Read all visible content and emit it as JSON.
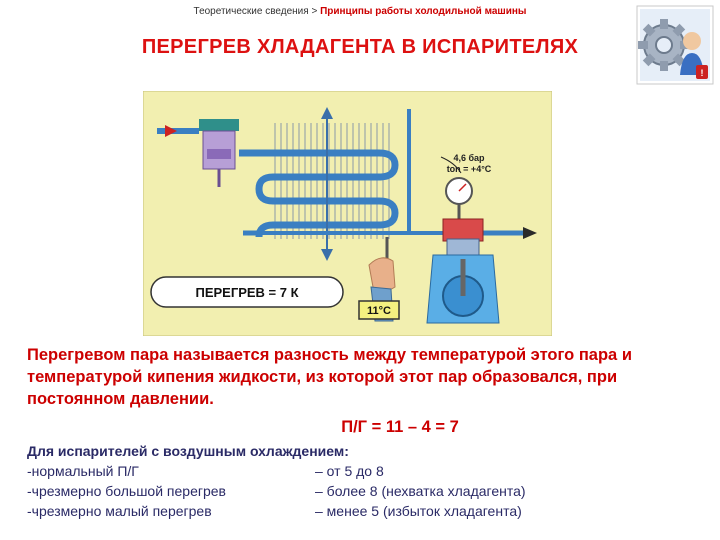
{
  "header": {
    "breadcrumb_prefix": "Теоретические сведения >",
    "breadcrumb_current": "Принципы работы холодильной машины",
    "title": "ПЕРЕГРЕВ ХЛАДАГЕНТА В ИСПАРИТЕЛЯХ"
  },
  "diagram": {
    "pressure_label": "4,6 бар",
    "temp_label": "ton = +4°C",
    "superheat_label": "ПЕРЕГРЕВ = 7 К",
    "thermometer_reading": "11°C"
  },
  "content": {
    "definition": "Перегревом пара называется разность между температурой этого пара и температурой кипения жидкости, из которой этот пар образовался, при постоянном давлении.",
    "formula": "П/Г = 11 – 4 = 7",
    "list_header": "Для испарителей с воздушным охлаждением:",
    "rows": [
      {
        "left": "-нормальный П/Г",
        "right": "– от 5 до 8"
      },
      {
        "left": "-чрезмерно большой перегрев",
        "right": "– более 8 (нехватка хладагента)"
      },
      {
        "left": "-чрезмерно малый перегрев",
        "right": "– менее 5 (избыток хладагента)"
      }
    ]
  },
  "colors": {
    "title_red": "#dd1111",
    "diagram_bg": "#f2efb0",
    "pipe_blue": "#3a7fc2",
    "list_text": "#2a2a66"
  },
  "icons": [
    "gear-logo-icon",
    "thermometer-icon",
    "pressure-gauge-icon",
    "expansion-valve-icon",
    "compressor-icon",
    "arrow-icon"
  ]
}
